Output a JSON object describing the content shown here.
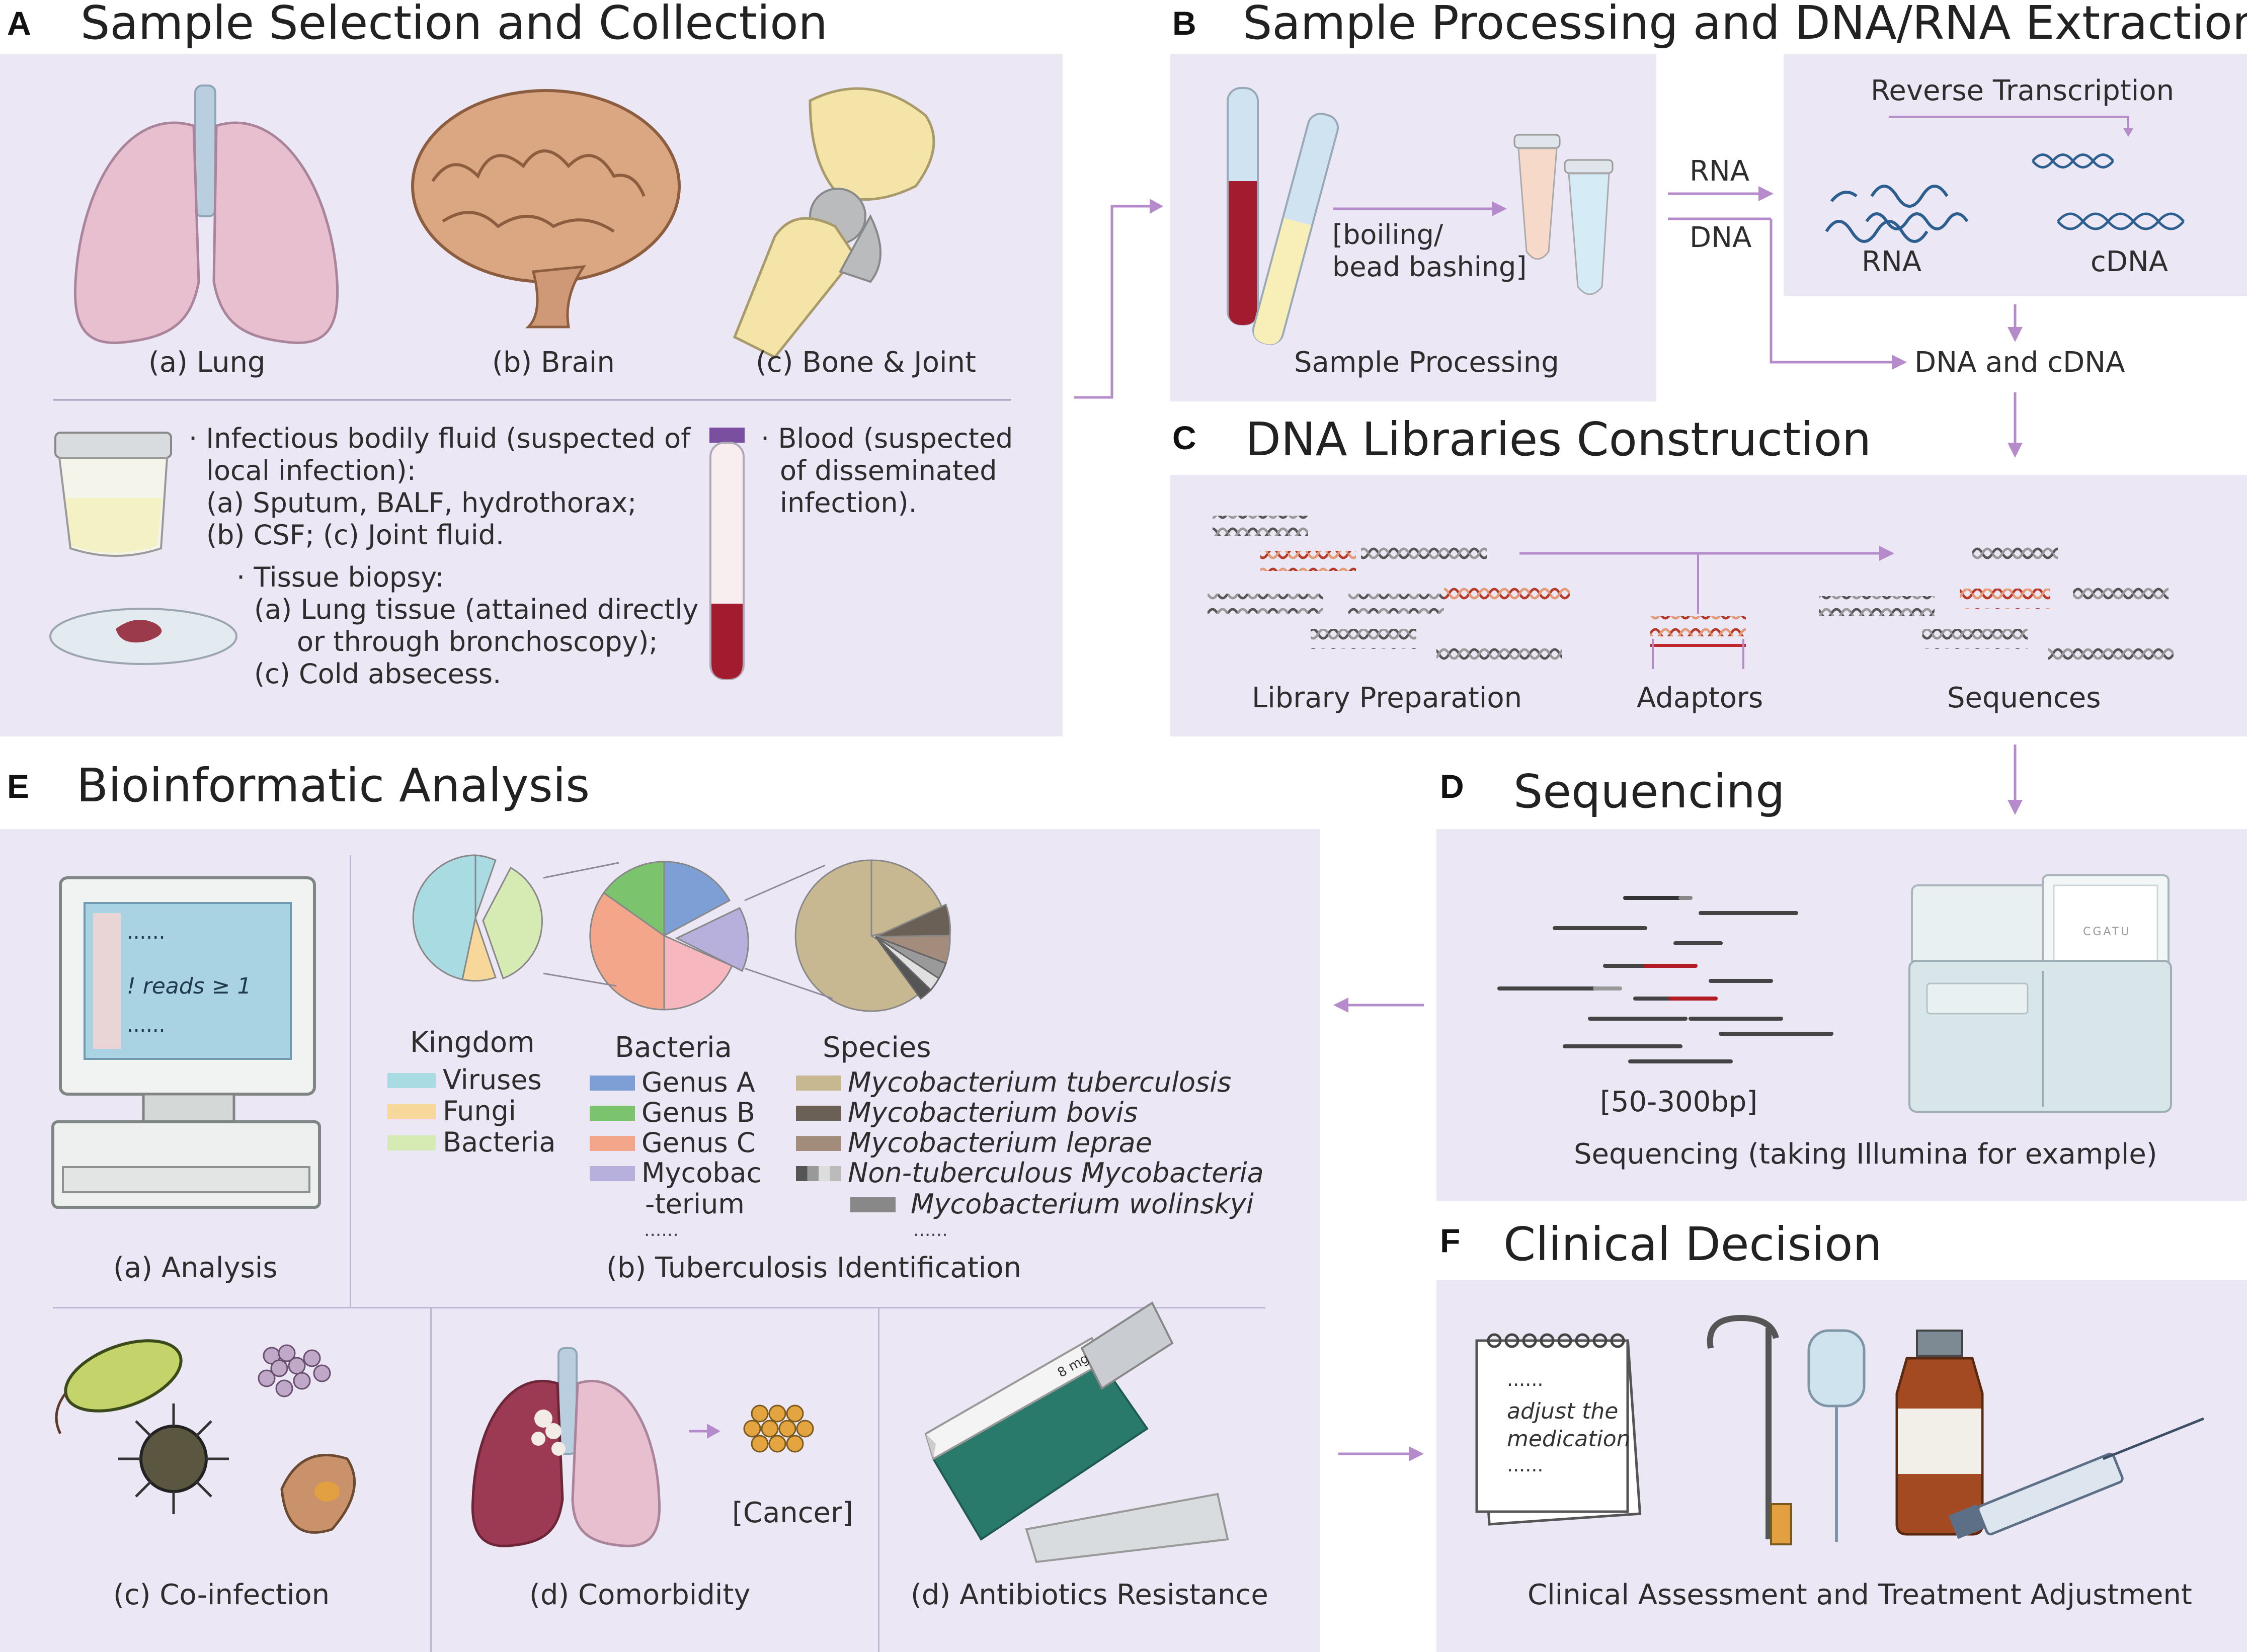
{
  "panels": {
    "a": {
      "letter": "A",
      "title": "Sample Selection and Collection"
    },
    "b": {
      "letter": "B",
      "title": "Sample Processing and DNA/RNA Extraction"
    },
    "c": {
      "letter": "C",
      "title": "DNA Libraries Construction"
    },
    "d": {
      "letter": "D",
      "title": "Sequencing"
    },
    "e": {
      "letter": "E",
      "title": "Bioinformatic Analysis"
    },
    "f": {
      "letter": "F",
      "title": "Clinical Decision"
    }
  },
  "a": {
    "organs": [
      "(a) Lung",
      "(b) Brain",
      "(c) Bone & Joint"
    ],
    "fluid": [
      "· Infectious bodily fluid (suspected of",
      "local infection):",
      "(a) Sputum, BALF, hydrothorax;",
      "(b) CSF;      (c) Joint fluid."
    ],
    "tissue": [
      "· Tissue biopsy:",
      "(a) Lung tissue (attained directly",
      "or through bronchoscopy);",
      "(c) Cold absecess."
    ],
    "blood": [
      "· Blood (suspected",
      "of disseminated",
      "infection)."
    ]
  },
  "b": {
    "boiling": [
      "[boiling/",
      "bead bashing]"
    ],
    "sample_processing": "Sample Processing",
    "reverse_transcription": "Reverse Transcription",
    "rna_arrow": "RNA",
    "dna_arrow": "DNA",
    "rna": "RNA",
    "cdna": "cDNA",
    "dna_cdna": "DNA and cDNA"
  },
  "c": {
    "library_preparation": "Library Preparation",
    "adaptors": "Adaptors",
    "sequences": "Sequences"
  },
  "d": {
    "bp": "[50-300bp]",
    "caption": "Sequencing (taking Illumina for example)",
    "screen_text": "CGATU"
  },
  "e": {
    "screen": [
      "......",
      "! reads ≥ 1",
      "......"
    ],
    "analysis": "(a) Analysis",
    "tb_id": "(b) Tuberculosis Identification",
    "kingdom": {
      "heading": "Kingdom",
      "items": [
        {
          "label": "Viruses",
          "color": "#a9dbe3"
        },
        {
          "label": "Fungi",
          "color": "#f8d79a"
        },
        {
          "label": "Bacteria",
          "color": "#d5ebb3"
        }
      ]
    },
    "bacteria": {
      "heading": "Bacteria",
      "items": [
        {
          "label": "Genus A",
          "color": "#7e9fd6"
        },
        {
          "label": "Genus B",
          "color": "#7cc36e"
        },
        {
          "label": "Genus C",
          "color": "#f4a68a"
        },
        {
          "label": "Mycobac",
          "color": "#b7b0dc"
        },
        {
          "label": "-terium",
          "color": ""
        }
      ],
      "more": "......"
    },
    "species": {
      "heading": "Species",
      "items": [
        {
          "label": "Mycobacterium tuberculosis",
          "color": "#c8b891"
        },
        {
          "label": "Mycobacterium bovis",
          "color": "#6b6055"
        },
        {
          "label": "Mycobacterium leprae",
          "color": "#a48c7c"
        },
        {
          "label": "Non-tuberculous Mycobacteria",
          "color": "#777777"
        },
        {
          "label": "Mycobacterium wolinskyi",
          "color": "#888888"
        }
      ],
      "more": "......"
    },
    "coinfection": "(c) Co-infection",
    "comorbidity": "(d) Comorbidity",
    "cancer": "[Cancer]",
    "antibiotics": "(d) Antibiotics Resistance",
    "box_label": "8 mg"
  },
  "f": {
    "notepad": [
      "......",
      "adjust the",
      "medication",
      "......"
    ],
    "caption": "Clinical Assessment and Treatment Adjustment"
  }
}
